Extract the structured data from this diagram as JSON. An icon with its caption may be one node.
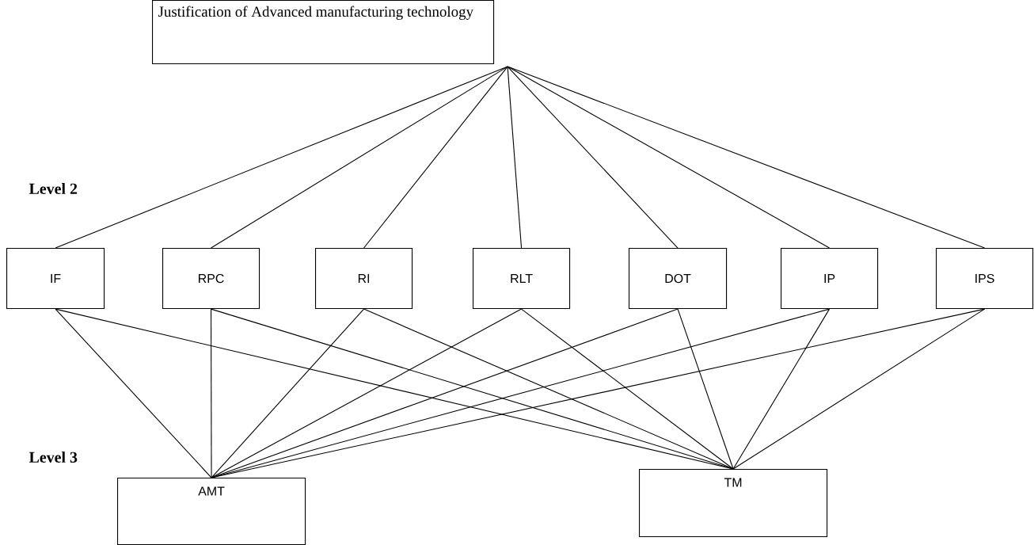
{
  "diagram": {
    "nodes": [
      {
        "text": [
          "Justification of Advanced manufacturing technology"
        ]
      },
      {
        "text": [
          "IF"
        ]
      },
      {
        "text": [
          "RPC"
        ]
      },
      {
        "text": [
          "RI"
        ]
      },
      {
        "text": [
          "RLT"
        ]
      },
      {
        "text": [
          "DOT"
        ]
      },
      {
        "text": [
          "IP"
        ]
      },
      {
        "text": [
          "IPS"
        ]
      },
      {
        "text": [
          "AMT"
        ]
      },
      {
        "text": [
          "TM"
        ]
      }
    ],
    "edges": [
      {
        "from": 0,
        "to": 1,
        "arrow": "none"
      },
      {
        "from": 0,
        "to": 2,
        "arrow": "none"
      },
      {
        "from": 0,
        "to": 3,
        "arrow": "none"
      },
      {
        "from": 0,
        "to": 4,
        "arrow": "none"
      },
      {
        "from": 0,
        "to": 5,
        "arrow": "none"
      },
      {
        "from": 0,
        "to": 6,
        "arrow": "none"
      },
      {
        "from": 0,
        "to": 7,
        "arrow": "none"
      },
      {
        "from": 1,
        "to": 8,
        "arrow": "none"
      },
      {
        "from": 1,
        "to": 9,
        "arrow": "none"
      },
      {
        "from": 2,
        "to": 8,
        "arrow": "none"
      },
      {
        "from": 2,
        "to": 9,
        "arrow": "none"
      },
      {
        "from": 3,
        "to": 8,
        "arrow": "none"
      },
      {
        "from": 3,
        "to": 9,
        "arrow": "none"
      },
      {
        "from": 4,
        "to": 8,
        "arrow": "none"
      },
      {
        "from": 4,
        "to": 9,
        "arrow": "none"
      },
      {
        "from": 5,
        "to": 8,
        "arrow": "none"
      },
      {
        "from": 5,
        "to": 9,
        "arrow": "none"
      },
      {
        "from": 6,
        "to": 8,
        "arrow": "none"
      },
      {
        "from": 6,
        "to": 9,
        "arrow": "none"
      },
      {
        "from": 7,
        "to": 8,
        "arrow": "none"
      },
      {
        "from": 7,
        "to": 9,
        "arrow": "none"
      }
    ],
    "labels": [
      "Level 2",
      "Level 3"
    ]
  }
}
